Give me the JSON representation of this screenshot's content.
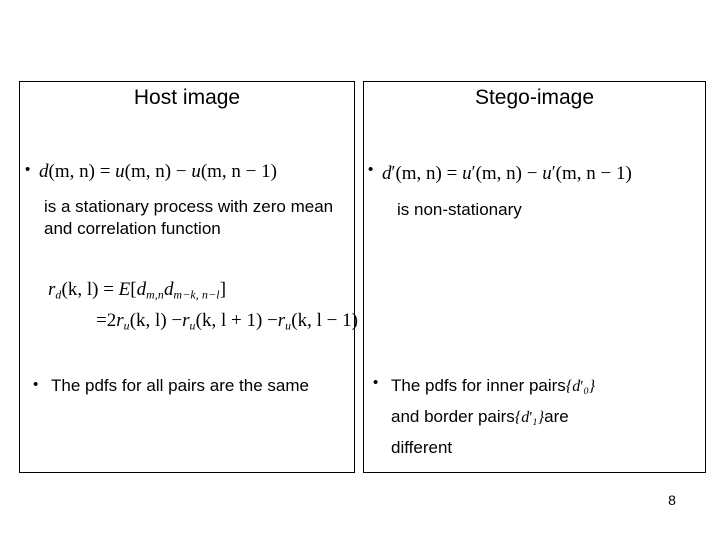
{
  "slide": {
    "page_number": "8",
    "columns": {
      "host": {
        "title": "Host image",
        "bullet_marker": "•",
        "equation": {
          "lhs": "d",
          "lhs_args": "(m, n)",
          "equals": "=",
          "rhs_term1": "u",
          "rhs_term1_args": "(m, n)",
          "minus": "−",
          "rhs_term2": "u",
          "rhs_term2_args": "(m, n − 1)",
          "plain": "d(m, n) = u(m, n) − u(m, n − 1)"
        },
        "description": "is a stationary process with zero mean and correlation function",
        "correlation": {
          "line1": {
            "fn": "r",
            "fn_sub": "d",
            "args": "(k, l)",
            "equals": "=",
            "expectation": "E",
            "bracket_open": "[",
            "d1": "d",
            "d1_sub": "m,n",
            "d2": "d",
            "d2_sub": "m−k, n−l",
            "bracket_close": "]",
            "plain": "r_d(k, l) = E[ d_{m,n} d_{m−k, n−l} ]"
          },
          "line2": {
            "equals": "=",
            "coef": "2",
            "t1": "r",
            "t1_sub": "u",
            "t1_args": "(k, l)",
            "minus1": "−",
            "t2": "r",
            "t2_sub": "u",
            "t2_args": "(k, l + 1)",
            "minus2": "−",
            "t3": "r",
            "t3_sub": "u",
            "t3_args": "(k, l − 1)",
            "plain": "= 2 r_u(k, l) − r_u(k, l + 1) − r_u(k, l − 1)"
          }
        },
        "pdf_bullet": {
          "marker": "•",
          "text": "The pdfs for all pairs are the same"
        }
      },
      "stego": {
        "title": "Stego-image",
        "bullet_marker": "•",
        "equation": {
          "lhs": "d",
          "lhs_prime": "′",
          "lhs_args": "(m, n)",
          "equals": "=",
          "rhs_term1": "u",
          "rhs_term1_prime": "′",
          "rhs_term1_args": "(m, n)",
          "minus": "−",
          "rhs_term2": "u",
          "rhs_term2_prime": "′",
          "rhs_term2_args": "(m, n − 1)",
          "plain": "d′(m, n) = u′(m, n) − u′(m, n − 1)"
        },
        "description": "is non-stationary",
        "pdf_bullet": {
          "marker": "•",
          "part1": "The pdfs for inner pairs",
          "symbol_inner_open": "{",
          "symbol_inner": "d",
          "symbol_inner_prime": "′",
          "symbol_inner_sub": "0",
          "symbol_inner_close": "}",
          "part2": "and border pairs",
          "symbol_border_open": "{",
          "symbol_border": "d",
          "symbol_border_prime": "′",
          "symbol_border_sub": "1",
          "symbol_border_close": "}",
          "part3": "are",
          "part4": "different"
        }
      }
    }
  }
}
